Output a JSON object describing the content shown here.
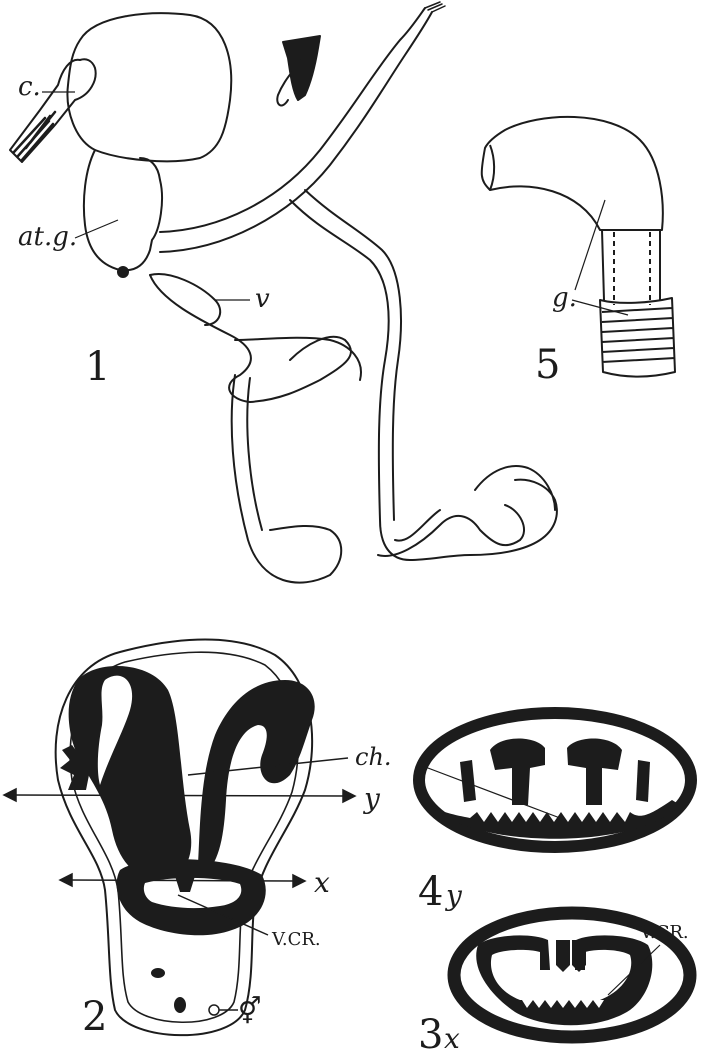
{
  "plate": {
    "ink_color": "#1c1c1c",
    "paper_color": "#ffffff"
  },
  "figure1": {
    "number": "1",
    "labels": {
      "c": "c.",
      "atg": "at.g.",
      "v": "v"
    }
  },
  "figure2": {
    "number": "2",
    "labels": {
      "ch": "ch.",
      "y": "y",
      "x": "x",
      "vcr": "V.CR.",
      "hermaphrodite": "⚥"
    }
  },
  "figure3": {
    "number": "3",
    "section": "x",
    "labels": {
      "vcr": "V.CR."
    }
  },
  "figure4": {
    "number": "4",
    "section": "y"
  },
  "figure5": {
    "number": "5",
    "labels": {
      "g": "g."
    }
  }
}
